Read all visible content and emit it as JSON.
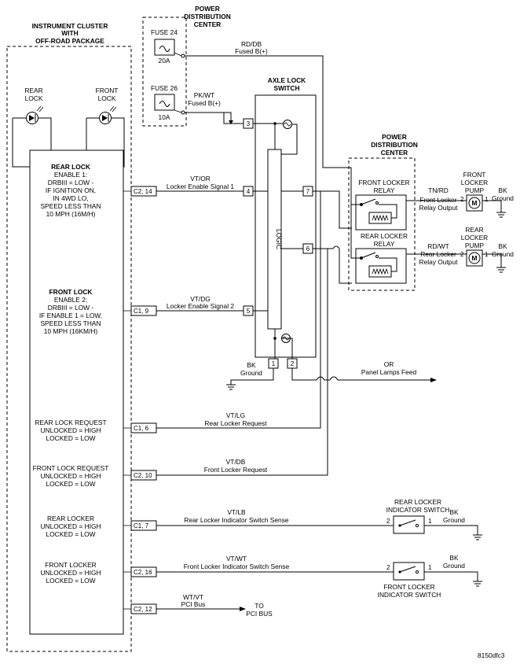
{
  "cluster": {
    "title": [
      "INSTRUMENT CLUSTER",
      "WITH",
      "OFF-ROAD PACKAGE"
    ],
    "lamps": {
      "rear": [
        "REAR",
        "LOCK"
      ],
      "front": [
        "FRONT",
        "LOCK"
      ]
    },
    "logic_blocks": [
      [
        "REAR LOCK",
        "ENABLE 1:",
        "DRBIII = LOW -",
        "IF IGNITION ON,",
        "IN 4WD LO,",
        "SPEED LESS THAN",
        "10 MPH (16M/H)"
      ],
      [
        "FRONT LOCK",
        "ENABLE 2:",
        "DRBIII = LOW -",
        "IF ENABLE 1 = LOW,",
        "SPEED LESS THAN",
        "10 MPH (16KM/H)"
      ],
      [
        "REAR LOCK REQUEST",
        "UNLOCKED = HIGH",
        "LOCKED = LOW"
      ],
      [
        "FRONT LOCK REQUEST",
        "UNLOCKED = HIGH",
        "LOCKED = LOW"
      ],
      [
        "REAR LOCKER",
        "UNLOCKED = HIGH",
        "LOCKED = LOW"
      ],
      [
        "FRONT LOCKER",
        "UNLOCKED = HIGH",
        "LOCKED = LOW"
      ]
    ],
    "connectors": [
      "C2, 14",
      "C1, 9",
      "C1, 6",
      "C2, 10",
      "C1, 7",
      "C2, 16",
      "C2, 12"
    ]
  },
  "pdc_top": {
    "title": [
      "POWER",
      "DISTRIBUTION",
      "CENTER"
    ],
    "fuse_a": {
      "name": "FUSE 24",
      "rating": "20A"
    },
    "fuse_b": {
      "name": "FUSE 26",
      "rating": "10A"
    }
  },
  "pdc_right": {
    "title": [
      "POWER",
      "DISTRIBUTION",
      "CENTER"
    ],
    "front_relay": [
      "FRONT LOCKER",
      "RELAY"
    ],
    "rear_relay": [
      "REAR LOCKER",
      "RELAY"
    ]
  },
  "switch": {
    "title": [
      "AXLE LOCK",
      "SWITCH"
    ],
    "logic_label": "LOGIC",
    "pins": [
      "3",
      "4",
      "5",
      "7",
      "6",
      "1",
      "2"
    ]
  },
  "wires": {
    "fused_b_top": [
      "RD/DB",
      "Fused B(+)"
    ],
    "fused_b_pk": [
      "PK/WT",
      "Fused B(+)"
    ],
    "enable_1": [
      "VT/OR",
      "Locker Enable Signal 1"
    ],
    "enable_2": [
      "VT/DG",
      "Locker Enable Signal 2"
    ],
    "ground_switch": [
      "BK",
      "Ground"
    ],
    "panel_lamps": [
      "OR",
      "Panel Lamps Feed"
    ],
    "rear_request": [
      "VT/LG",
      "Rear Locker Request"
    ],
    "front_request": [
      "VT/DB",
      "Front Locker Request"
    ],
    "rear_indicator": [
      "VT/LB",
      "Rear Locker Indicator Switch Sense"
    ],
    "front_indicator": [
      "VT/WT",
      "Front Locker Indicator Switch Sense"
    ],
    "pci": [
      "WT/VT",
      "PCI Bus"
    ],
    "pci_to": [
      "TO",
      "PCI BUS"
    ],
    "front_relay_out": [
      "TN/RD",
      "Front Locker",
      "Relay Output"
    ],
    "rear_relay_out": [
      "RD/WT",
      "Rear Locker",
      "Relay Output"
    ]
  },
  "pumps": {
    "front": {
      "label": [
        "FRONT",
        "LOCKER",
        "PUMP"
      ],
      "symbol": "M",
      "pin_in": "2",
      "pin_gnd": "1",
      "ground": [
        "BK",
        "Ground"
      ]
    },
    "rear": {
      "label": [
        "REAR",
        "LOCKER",
        "PUMP"
      ],
      "symbol": "M",
      "pin_in": "2",
      "pin_gnd": "1",
      "ground": [
        "BK",
        "Ground"
      ]
    }
  },
  "indicator_switches": {
    "rear": {
      "label": [
        "REAR LOCKER",
        "INDICATOR SWITCH"
      ],
      "pin_a": "2",
      "pin_b": "1",
      "ground": [
        "BK",
        "Ground"
      ]
    },
    "front": {
      "label": [
        "FRONT LOCKER",
        "INDICATOR SWITCH"
      ],
      "pin_a": "2",
      "pin_b": "1",
      "ground": [
        "BK",
        "Ground"
      ]
    }
  },
  "figure_code": "8150dfc3"
}
